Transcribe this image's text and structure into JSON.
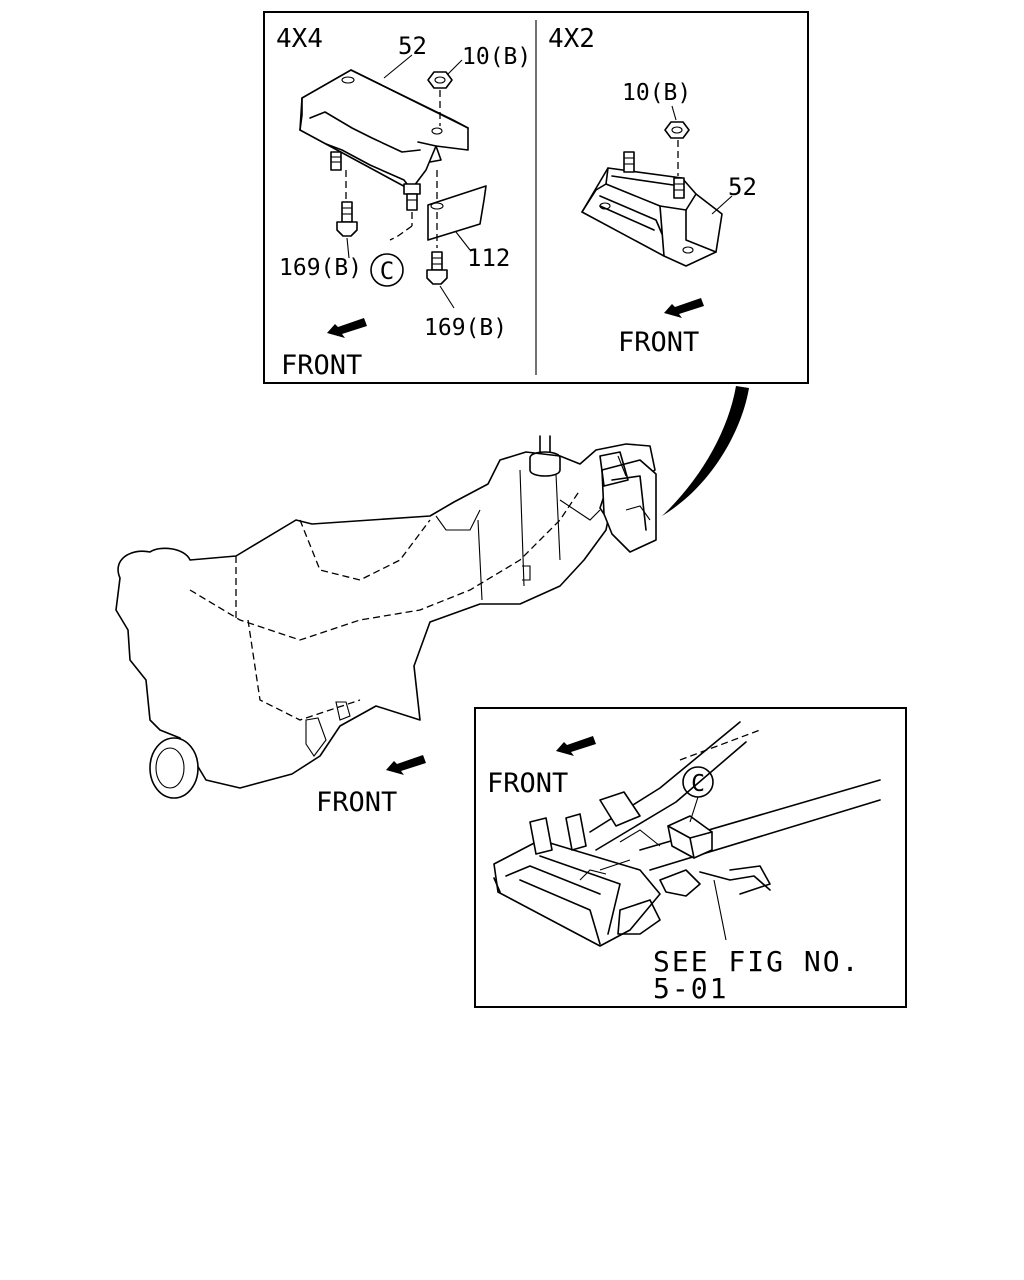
{
  "panel_top_left": {
    "title": "4X4",
    "callouts": {
      "bracket": "52",
      "nut": "10(B)",
      "bolt_left": "169(B)",
      "bolt_right": "169(B)",
      "plate": "112",
      "reference": "C"
    },
    "front_label": "FRONT"
  },
  "panel_top_right": {
    "title": "4X2",
    "callouts": {
      "nut": "10(B)",
      "mount": "52"
    },
    "front_label": "FRONT"
  },
  "main_view": {
    "front_label": "FRONT"
  },
  "panel_bottom": {
    "front_label": "FRONT",
    "reference": "C",
    "see_fig_line1": "SEE FIG NO.",
    "see_fig_line2": "5-01"
  }
}
